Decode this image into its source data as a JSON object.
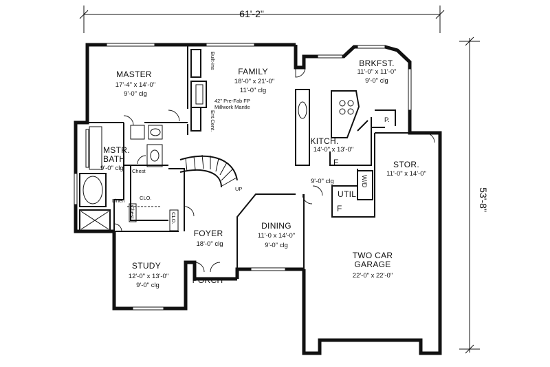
{
  "dimensions": {
    "width_label": "61'-2\"",
    "depth_label": "53'-8\""
  },
  "rooms": {
    "master": {
      "name": "MASTER",
      "size": "17'-4\" x 14'-0\"",
      "ceiling": "9'-0\" clg"
    },
    "family": {
      "name": "FAMILY",
      "size": "18'-0\" x 21'-0\"",
      "ceiling": "11'-0\" clg",
      "note1": "42\" Pre-Fab FP",
      "note2": "Millwork Mantle"
    },
    "brkfst": {
      "name": "BRKFST.",
      "size": "11'-0\" x 11'-0\"",
      "ceiling": "9'-0\" clg"
    },
    "mstr_bath": {
      "name1": "MSTR.",
      "name2": "BATH",
      "ceiling": "9'-0\" clg"
    },
    "kitch": {
      "name": "KITCH.",
      "size": "14'-0\" x 13'-0\""
    },
    "stor": {
      "name": "STOR.",
      "size": "11'-0\" x 14'-0\""
    },
    "util": {
      "name": "UTIL.",
      "ceiling": "9'-0\" clg"
    },
    "dining": {
      "name": "DINING",
      "size": "11'-0 x 14'-0\"",
      "ceiling": "9'-0\" clg"
    },
    "foyer": {
      "name": "FOYER",
      "ceiling": "18'-0\" clg"
    },
    "study": {
      "name": "STUDY",
      "size": "12'-0\" x 13'-0\"",
      "ceiling": "9'-0\" clg"
    },
    "porch": {
      "name": "PORCH"
    },
    "garage": {
      "name1": "TWO CAR",
      "name2": "GARAGE",
      "size": "22'-0\" x 22'-0\""
    }
  },
  "labels": {
    "built_ins": "Built-ins",
    "ent_cent": "Ent.Cent.",
    "chest1": "Chest",
    "chest2": "Chest",
    "clo1": "CLO.",
    "clo2": "CLO.",
    "linen": "Linen",
    "up": "UP",
    "pantry": "P.",
    "fridge1": "F",
    "fridge2": "F",
    "washer_dryer": "W/D"
  }
}
